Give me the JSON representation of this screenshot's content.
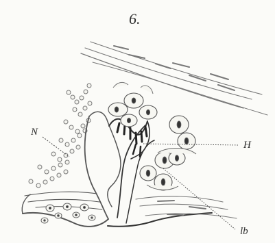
{
  "figure": {
    "number": "6.",
    "labels": {
      "n": "N",
      "h": "H",
      "lb": "lb"
    }
  },
  "colors": {
    "paper": "#fbfbf8",
    "ink": "#2d2d2d",
    "soft_ink": "#666666"
  }
}
